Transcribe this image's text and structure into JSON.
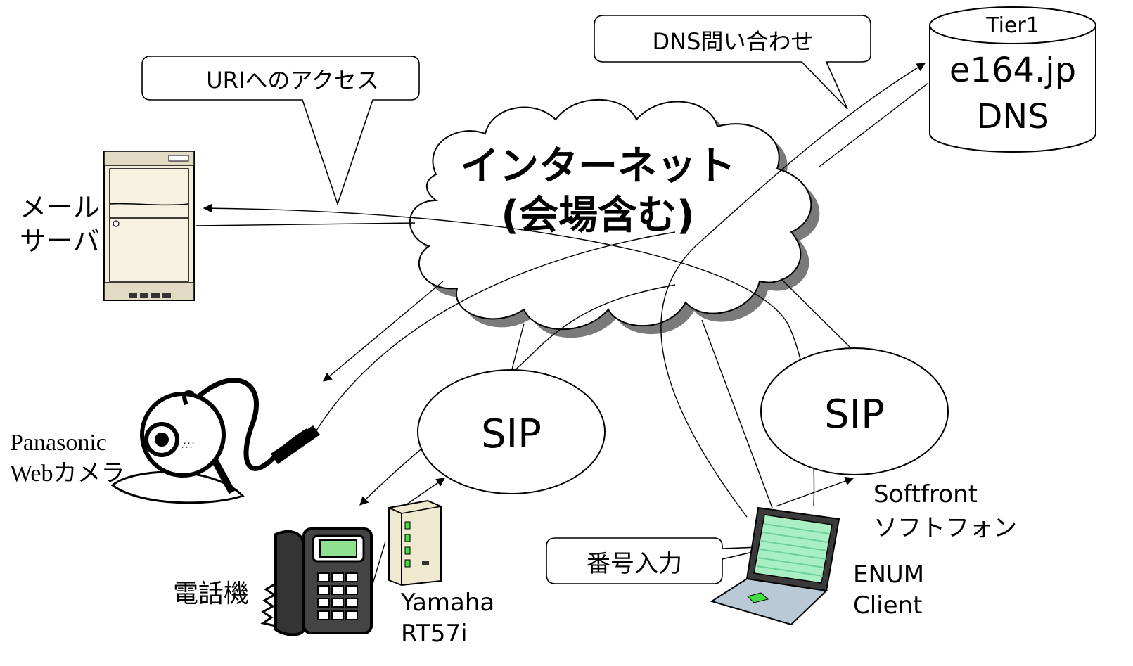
{
  "labels": {
    "dns_tier": "Tier1",
    "dns_line1": "e164.jp",
    "dns_line2": "DNS",
    "internet_line1": "インターネット",
    "internet_line2": "(会場含む)",
    "sip_left": "SIP",
    "sip_right": "SIP",
    "mail_server_line1": "メール",
    "mail_server_line2": "サーバ",
    "webcam_line1": "Panasonic",
    "webcam_line2": "Webカメラ",
    "phone": "電話機",
    "router_line1": "Yamaha",
    "router_line2": "RT57i",
    "softphone_line1": "Softfront",
    "softphone_line2": "ソフトフォン",
    "enum_line1": "ENUM",
    "enum_line2": "Client"
  },
  "callouts": {
    "dns_query": "DNS問い合わせ",
    "uri_access": "URIへのアクセス",
    "number_input": "番号入力"
  },
  "colors": {
    "server_body": "#f3ecd9",
    "laptop_screen": "#a8f0c4",
    "laptop_body": "#b9c9d6",
    "router_led": "#44dd44",
    "cloud_shadow": "#7a7a7a"
  }
}
